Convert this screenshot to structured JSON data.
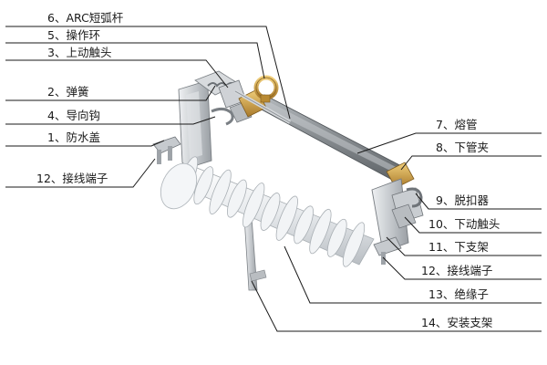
{
  "colors": {
    "tube_gray": "#8a8f93",
    "insulator_white": "#e9ecef",
    "bracket_steel": "#c9ccd0",
    "brass": "#c79a3c",
    "watermark": "#cfe1ef"
  },
  "labels": {
    "arc_rod": "6、ARC短弧杆",
    "operating_ring": "5、操作环",
    "upper_contact": "3、上动触头",
    "spring": "2、弹簧",
    "guide_hook": "4、导向钩",
    "waterproof_cover": "1、防水盖",
    "terminal_left": "12、接线端子",
    "fuse_tube": "7、熔管",
    "lower_tube_clamp": "8、下管夹",
    "tripper": "9、脱扣器",
    "lower_contact": "10、下动触头",
    "lower_bracket": "11、下支架",
    "terminal_right": "12、接线端子",
    "insulator": "13、绝缘子",
    "mounting_bracket": "14、安装支架"
  }
}
